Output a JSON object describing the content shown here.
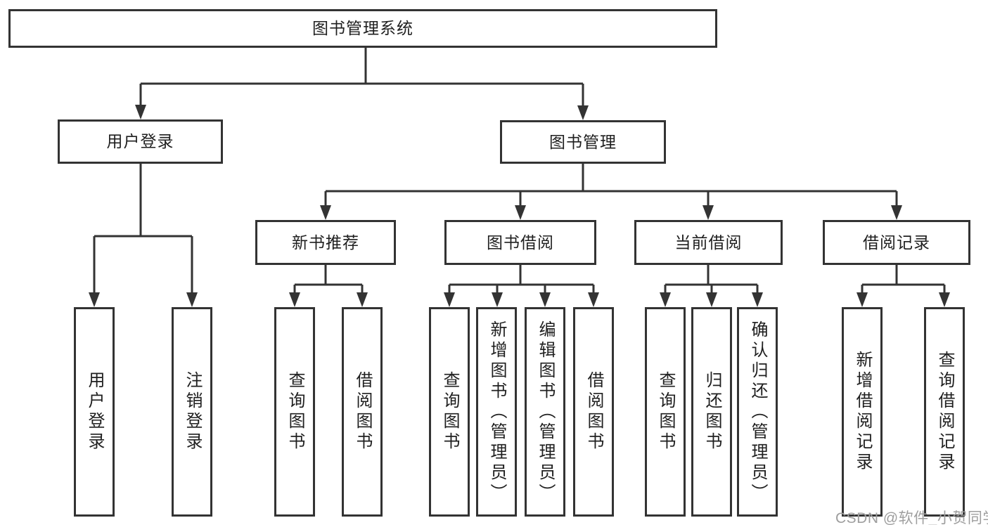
{
  "colors": {
    "line": "#333333",
    "text": "#1f1f1f",
    "watermark": "#9e9e9e",
    "background": "#ffffff"
  },
  "tree": {
    "root": {
      "label": "图书管理系统"
    },
    "user_login": {
      "label": "用户登录",
      "children": [
        {
          "label": "用户登录"
        },
        {
          "label": "注销登录"
        }
      ]
    },
    "book_management": {
      "label": "图书管理",
      "children": [
        {
          "label": "新书推荐",
          "children": [
            {
              "label": "查询图书"
            },
            {
              "label": "借阅图书"
            }
          ]
        },
        {
          "label": "图书借阅",
          "children": [
            {
              "label": "查询图书"
            },
            {
              "label": "新增图书（管理员）"
            },
            {
              "label": "编辑图书（管理员）"
            },
            {
              "label": "借阅图书"
            }
          ]
        },
        {
          "label": "当前借阅",
          "children": [
            {
              "label": "查询图书"
            },
            {
              "label": "归还图书"
            },
            {
              "label": "确认归还（管理员）"
            }
          ]
        },
        {
          "label": "借阅记录",
          "children": [
            {
              "label": "新增借阅记录"
            },
            {
              "label": "查询借阅记录"
            }
          ]
        }
      ]
    }
  },
  "watermark": {
    "text": "CSDN @软件_小贺同学"
  }
}
